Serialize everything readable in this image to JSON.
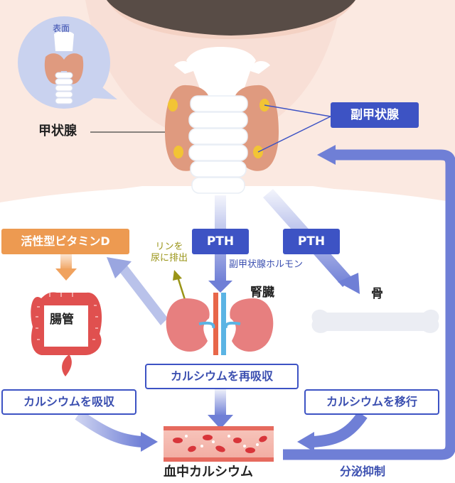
{
  "labels": {
    "surface": "表面",
    "thyroid": "甲状腺",
    "parathyroid": "副甲状腺",
    "active_vitamin_d": "活性型ビタミンD",
    "pth_left": "PTH",
    "pth_right": "PTH",
    "parathyroid_hormone": "副甲状腺ホルモン",
    "phosphorus_line1": "リンを",
    "phosphorus_line2": "尿に排出",
    "kidney": "腎臓",
    "bone": "骨",
    "intestine": "腸管",
    "calcium_reabsorption": "カルシウムを再吸収",
    "calcium_absorption": "カルシウムを吸収",
    "calcium_transfer": "カルシウムを移行",
    "blood_calcium": "血中カルシウム",
    "secretion_inhibition": "分泌抑制"
  },
  "colors": {
    "skin": "#fbe9e1",
    "hair": "#584c46",
    "thyroid": "#df9a7f",
    "parathyroid_gland": "#f2c435",
    "primary_blue": "#3d53c4",
    "arrow_blue": "#6f7fd6",
    "orange": "#ed9a51",
    "kidney": "#e77f7f",
    "intestine": "#e0504f",
    "bone": "#ebedf3",
    "olive": "#9a9417"
  }
}
